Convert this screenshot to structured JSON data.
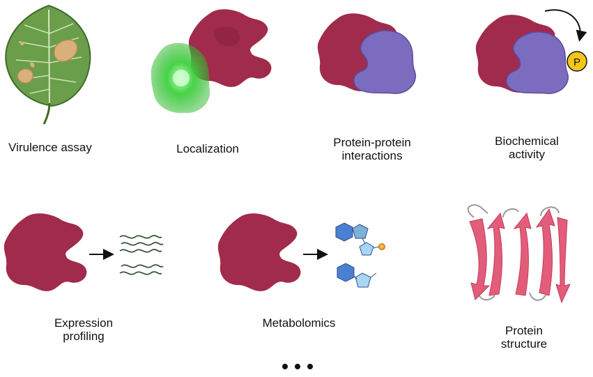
{
  "colors": {
    "protein": "#a12b4c",
    "protein_dark": "#7d1d3a",
    "partner": "#7b6cbf",
    "partner_dark": "#5a4c9e",
    "gfp": "#3ed13e",
    "leaf": "#6a9e4a",
    "lesion": "#d9b07a",
    "phosphate": "#f5c518",
    "beta_strand": "#e35d7a",
    "loop": "#9a9a9a",
    "rna": "#2d4a2d",
    "metabolite_blue": "#4a7fd1",
    "metabolite_light": "#a9d6f2"
  },
  "icons": {
    "virulence": "leaf-lesion-icon",
    "localization": "gfp-fusion-icon",
    "ppi": "protein-complex-icon",
    "biochem": "phosphorylation-icon",
    "expression": "transcript-waves-icon",
    "metabolomics": "metabolite-rings-icon",
    "structure": "beta-sheet-icon"
  },
  "labels": {
    "virulence": [
      "Virulence assay"
    ],
    "localization": [
      "Localization"
    ],
    "ppi": [
      "Protein-protein",
      "interactions"
    ],
    "biochem": [
      "Biochemical",
      "activity"
    ],
    "expression": [
      "Expression",
      "profiling"
    ],
    "metabolomics": [
      "Metabolomics"
    ],
    "structure": [
      "Protein",
      "structure"
    ]
  },
  "phosphate_label": "P",
  "mini_phosphate_label": "P"
}
